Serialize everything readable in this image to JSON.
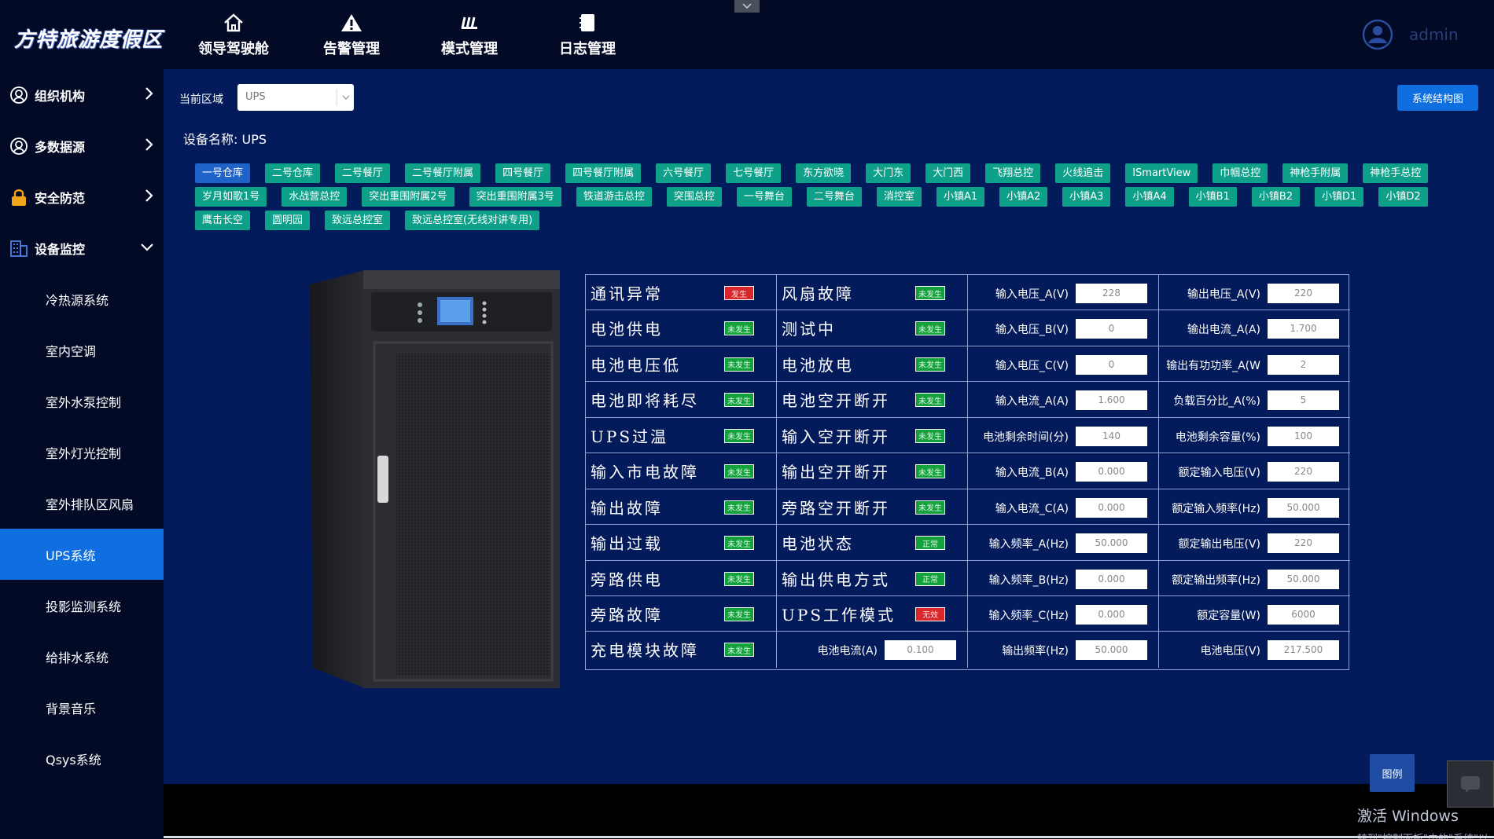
{
  "app": {
    "title": "方特旅游度假区"
  },
  "topnav": [
    {
      "label": "领导驾驶舱",
      "icon": "home-icon"
    },
    {
      "label": "告警管理",
      "icon": "warning-icon"
    },
    {
      "label": "模式管理",
      "icon": "mode-icon"
    },
    {
      "label": "日志管理",
      "icon": "log-icon"
    }
  ],
  "user": {
    "name": "admin"
  },
  "sidebar": {
    "groups": [
      {
        "label": "组织机构",
        "icon": "org-icon"
      },
      {
        "label": "多数据源",
        "icon": "datasource-icon"
      },
      {
        "label": "安全防范",
        "icon": "lock-icon"
      },
      {
        "label": "设备监控",
        "icon": "building-icon"
      }
    ],
    "subitems": [
      "冷热源系统",
      "室内空调",
      "室外水泵控制",
      "室外灯光控制",
      "室外排队区风扇",
      "UPS系统",
      "投影监测系统",
      "给排水系统",
      "背景音乐",
      "Qsys系统"
    ],
    "active_sub": "UPS系统"
  },
  "main": {
    "region_label": "当前区域",
    "region_value": "UPS",
    "sys_button": "系统结构图",
    "device_name_label": "设备名称:",
    "device_name_value": "UPS",
    "chips": [
      "一号仓库",
      "二号仓库",
      "二号餐厅",
      "二号餐厅附属",
      "四号餐厅",
      "四号餐厅附属",
      "六号餐厅",
      "七号餐厅",
      "东方欲晓",
      "大门东",
      "大门西",
      "飞翔总控",
      "火线追击",
      "ISmartView",
      "巾帼总控",
      "神枪手附属",
      "神枪手总控",
      "岁月如歌1号",
      "水战营总控",
      "突出重围附属2号",
      "突出重围附属3号",
      "铁道游击总控",
      "突围总控",
      "一号舞台",
      "二号舞台",
      "消控室",
      "小镇A1",
      "小镇A2",
      "小镇A3",
      "小镇A4",
      "小镇B1",
      "小镇B2",
      "小镇D1",
      "小镇D2",
      "鹰击长空",
      "圆明园",
      "致远总控室",
      "致远总控室(无线对讲专用)"
    ],
    "active_chip": "一号仓库"
  },
  "status_col1": [
    {
      "label": "通讯异常",
      "state": "发生",
      "level": "bad"
    },
    {
      "label": "电池供电",
      "state": "未发生",
      "level": "ok"
    },
    {
      "label": "电池电压低",
      "state": "未发生",
      "level": "ok"
    },
    {
      "label": "电池即将耗尽",
      "state": "未发生",
      "level": "ok"
    },
    {
      "label": "UPS过温",
      "state": "未发生",
      "level": "ok"
    },
    {
      "label": "输入市电故障",
      "state": "未发生",
      "level": "ok"
    },
    {
      "label": "输出故障",
      "state": "未发生",
      "level": "ok"
    },
    {
      "label": "输出过载",
      "state": "未发生",
      "level": "ok"
    },
    {
      "label": "旁路供电",
      "state": "未发生",
      "level": "ok"
    },
    {
      "label": "旁路故障",
      "state": "未发生",
      "level": "ok"
    },
    {
      "label": "充电模块故障",
      "state": "未发生",
      "level": "ok"
    }
  ],
  "status_col2": [
    {
      "label": "风扇故障",
      "state": "未发生",
      "level": "ok"
    },
    {
      "label": "测试中",
      "state": "未发生",
      "level": "ok"
    },
    {
      "label": "电池放电",
      "state": "未发生",
      "level": "ok"
    },
    {
      "label": "电池空开断开",
      "state": "未发生",
      "level": "ok"
    },
    {
      "label": "输入空开断开",
      "state": "未发生",
      "level": "ok"
    },
    {
      "label": "输出空开断开",
      "state": "未发生",
      "level": "ok"
    },
    {
      "label": "旁路空开断开",
      "state": "未发生",
      "level": "ok"
    },
    {
      "label": "电池状态",
      "state": "正常",
      "level": "ok"
    },
    {
      "label": "输出供电方式",
      "state": "正常",
      "level": "ok"
    },
    {
      "label": "UPS工作模式",
      "state": "无效",
      "level": "bad"
    }
  ],
  "col2_measure": {
    "label": "电池电流(A)",
    "value": "0.100"
  },
  "measure_col3": [
    {
      "label": "输入电压_A(V)",
      "value": "228"
    },
    {
      "label": "输入电压_B(V)",
      "value": "0"
    },
    {
      "label": "输入电压_C(V)",
      "value": "0"
    },
    {
      "label": "输入电流_A(A)",
      "value": "1.600"
    },
    {
      "label": "电池剩余时间(分)",
      "value": "140"
    },
    {
      "label": "输入电流_B(A)",
      "value": "0.000"
    },
    {
      "label": "输入电流_C(A)",
      "value": "0.000"
    },
    {
      "label": "输入频率_A(Hz)",
      "value": "50.000"
    },
    {
      "label": "输入频率_B(Hz)",
      "value": "0.000"
    },
    {
      "label": "输入频率_C(Hz)",
      "value": "0.000"
    },
    {
      "label": "输出频率(Hz)",
      "value": "50.000"
    }
  ],
  "measure_col4": [
    {
      "label": "输出电压_A(V)",
      "value": "220"
    },
    {
      "label": "输出电流_A(A)",
      "value": "1.700"
    },
    {
      "label": "输出有功功率_A(W",
      "value": "2"
    },
    {
      "label": "负载百分比_A(%)",
      "value": "5"
    },
    {
      "label": "电池剩余容量(%)",
      "value": "100"
    },
    {
      "label": "额定输入电压(V)",
      "value": "220"
    },
    {
      "label": "额定输入频率(Hz)",
      "value": "50.000"
    },
    {
      "label": "额定输出电压(V)",
      "value": "220"
    },
    {
      "label": "额定输出频率(Hz)",
      "value": "50.000"
    },
    {
      "label": "额定容量(W)",
      "value": "6000"
    },
    {
      "label": "电池电压(V)",
      "value": "217.500"
    }
  ],
  "overlay": {
    "activate_title": "激活 Windows",
    "activate_sub": "转到\"控制面板\"中的\"系统\"以激活 Windows。",
    "legend_button": "图例"
  }
}
